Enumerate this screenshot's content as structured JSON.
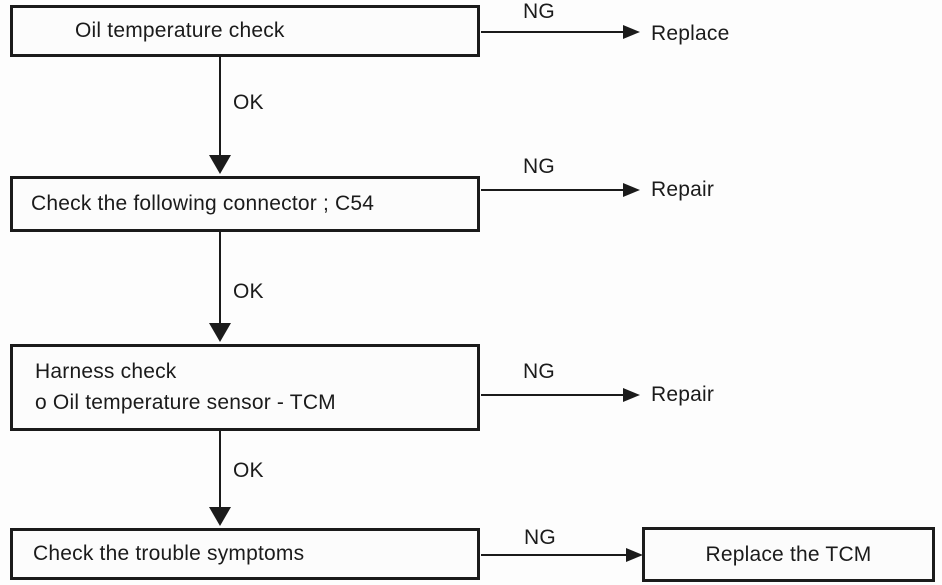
{
  "palette": {
    "ink": "#1b1b1b",
    "paper": "#fdfdfd",
    "box_fill": "#fcfcfc"
  },
  "flowchart": {
    "type": "troubleshooting-flowchart",
    "steps": [
      {
        "label": "Oil temperature check",
        "ng": "NG",
        "ng_result": "Replace",
        "ok": "OK"
      },
      {
        "label": "Check the following connector ; C54",
        "ng": "NG",
        "ng_result": "Repair",
        "ok": "OK"
      },
      {
        "label_line1": "Harness check",
        "label_line2": "o Oil temperature sensor - TCM",
        "ng": "NG",
        "ng_result": "Repair",
        "ok": "OK"
      },
      {
        "label": "Check the trouble symptoms",
        "ng": "NG",
        "ng_result": "Replace the TCM"
      }
    ]
  }
}
